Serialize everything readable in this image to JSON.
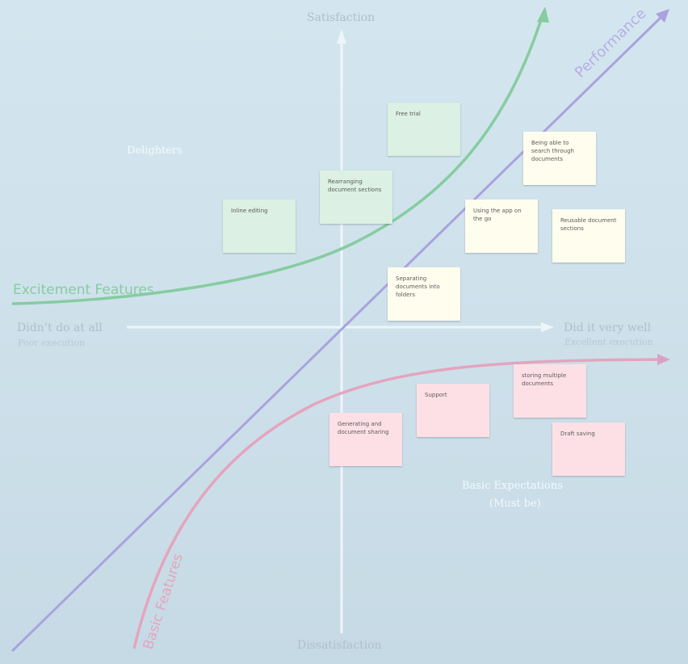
{
  "axes": {
    "top": "Satisfaction",
    "bottom": "Dissatisfaction",
    "left_main": "Didn’t do at all",
    "left_sub": "Poor execution",
    "right_main": "Did it very well",
    "right_sub": "Excellent execution"
  },
  "zones": {
    "delighters": "Delighters",
    "basic_expectations_line1": "Basic Expectations",
    "basic_expectations_line2": "(Must be)"
  },
  "curves": {
    "excitement": {
      "label": "Excitement Features",
      "color": "#86cc9f"
    },
    "performance": {
      "label": "Performance",
      "color": "#aaa2de"
    },
    "basic": {
      "label": "Basic Features",
      "color": "#e5a4bd"
    }
  },
  "colors": {
    "axis": "#eef5f9",
    "note_green": "#dcf0e3",
    "note_yellow": "#fefdee",
    "note_pink": "#fde0e6"
  },
  "notes": {
    "free_trial": "Free trial",
    "inline_editing": "Inline editing",
    "rearranging_sections": "Rearranging document sections",
    "search_documents": "Being able to search through documents",
    "app_on_the_go": "Using the app on the go",
    "reusable_sections": "Reusable document sections",
    "separating_folders": "Separating documents into folders",
    "support": "Support",
    "storing_multiple": "storing multiple documents",
    "generating_sharing": "Generating and document sharing",
    "draft_saving": "Draft saving"
  }
}
